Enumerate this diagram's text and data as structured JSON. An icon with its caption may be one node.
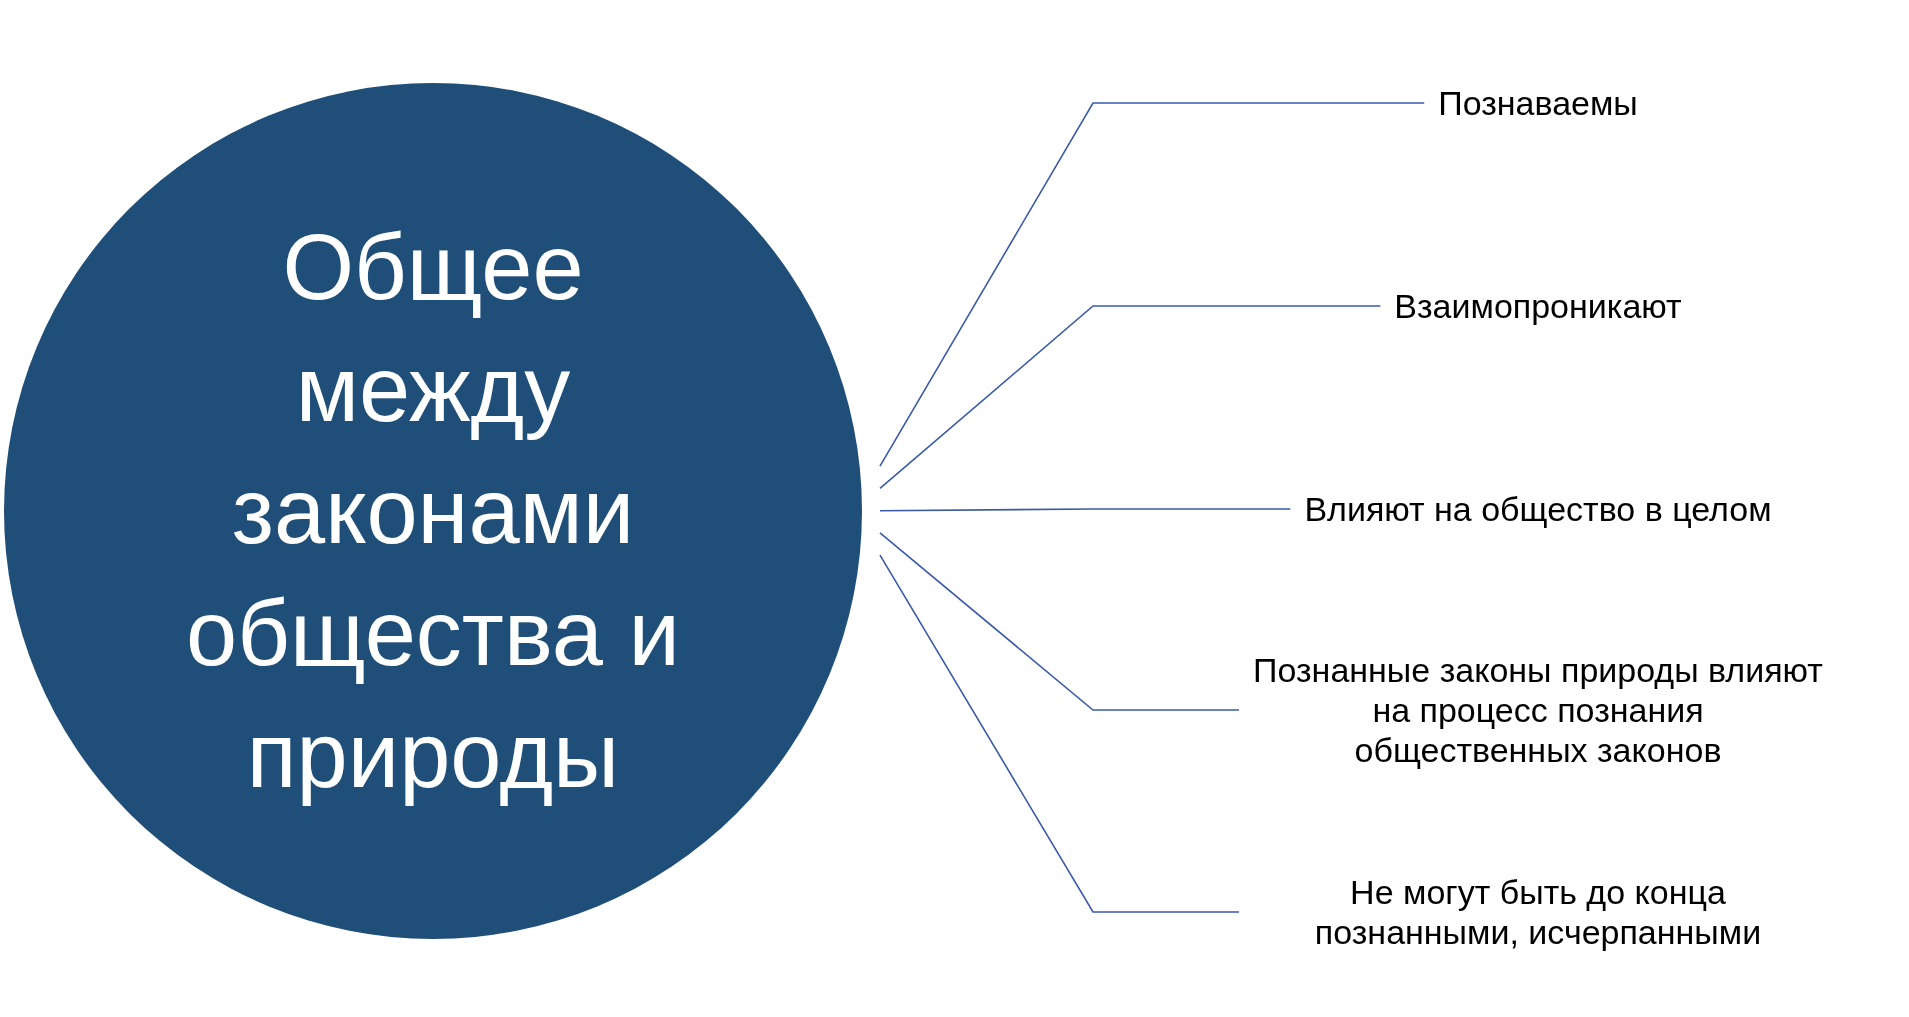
{
  "diagram": {
    "nodes": [
      {
        "text": [
          "Общее между законами общества и природы"
        ]
      },
      {
        "text": [
          "Познаваемы"
        ]
      },
      {
        "text": [
          "Взаимопроникают"
        ]
      },
      {
        "text": [
          "Влияют на общество в целом"
        ]
      },
      {
        "text": [
          "Познанные законы природы влияют на процесс познания общественных законов"
        ]
      },
      {
        "text": [
          "Не могут быть до конца познанными, исчерпанными"
        ]
      }
    ],
    "edges": [
      {
        "from": 0,
        "to": 1,
        "arrow": "none"
      },
      {
        "from": 0,
        "to": 2,
        "arrow": "none"
      },
      {
        "from": 0,
        "to": 3,
        "arrow": "none"
      },
      {
        "from": 0,
        "to": 4,
        "arrow": "none"
      },
      {
        "from": 0,
        "to": 5,
        "arrow": "none"
      }
    ]
  }
}
